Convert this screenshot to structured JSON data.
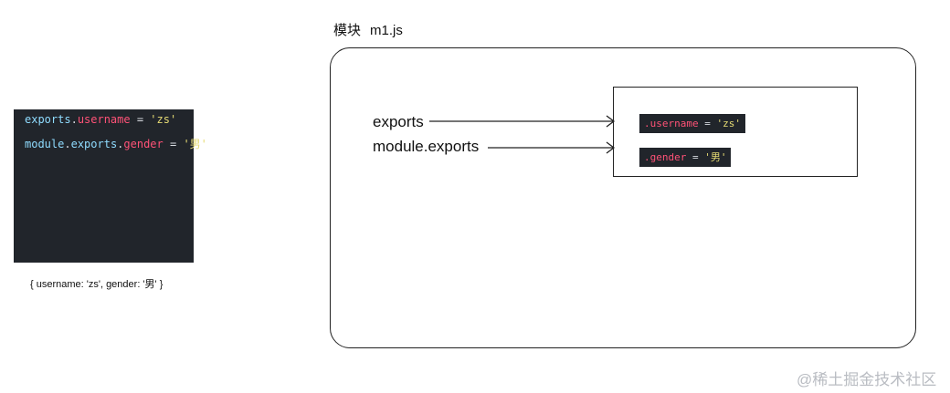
{
  "code": {
    "line1": {
      "obj": "exports",
      "dot": ".",
      "prop": "username",
      "op": " = ",
      "str": "'zs'"
    },
    "line2": {
      "obj1": "module",
      "dot1": ".",
      "obj2": "exports",
      "dot2": ".",
      "prop": "gender",
      "op": " = ",
      "str": "'男'"
    }
  },
  "result_label": "{ username: 'zs', gender: '男' }",
  "module": {
    "label": "模块",
    "filename": "m1.js"
  },
  "references": {
    "exports": "exports",
    "module_exports": "module.exports"
  },
  "object": {
    "username": {
      "prop": ".username",
      "op": " = ",
      "str": "'zs'"
    },
    "gender": {
      "prop": ".gender",
      "op": " = ",
      "str": "'男'"
    }
  },
  "watermark": "@稀土掘金技术社区",
  "colors": {
    "code_bg": "#21252b",
    "identifier": "#8fdcff",
    "property": "#ff5277",
    "string": "#e6db74"
  }
}
